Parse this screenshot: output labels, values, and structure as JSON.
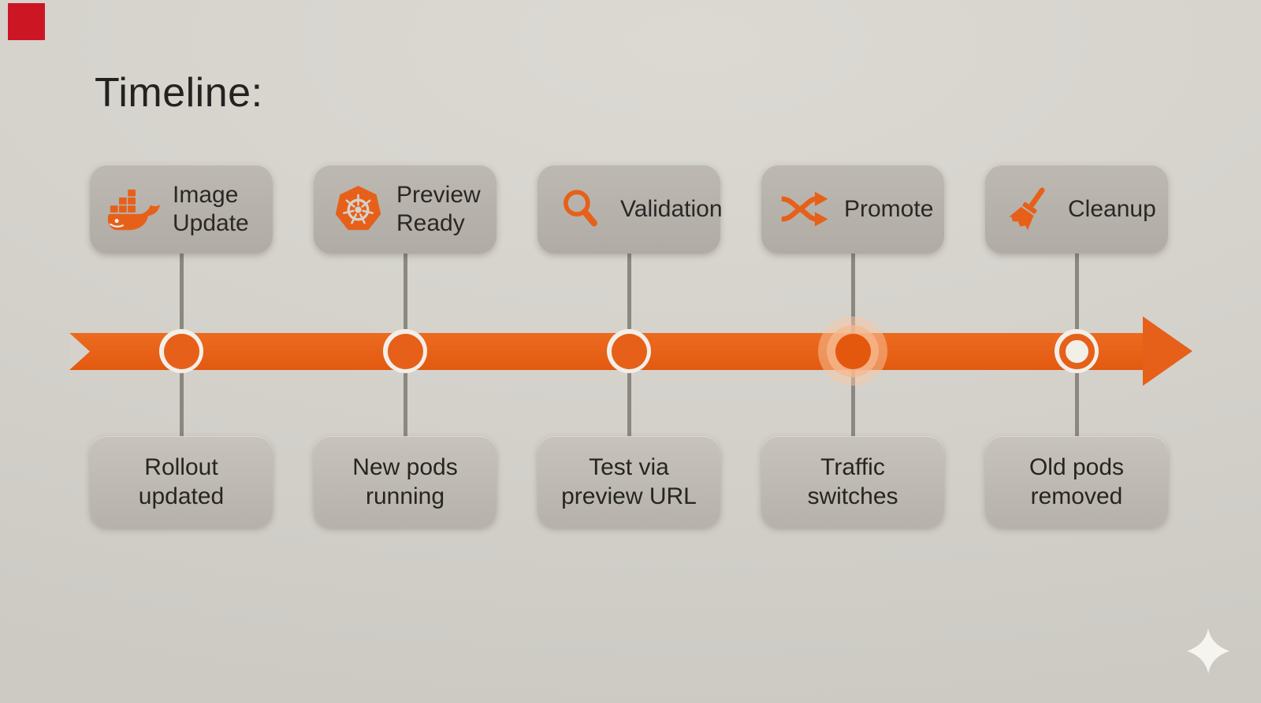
{
  "title": "Timeline:",
  "colors": {
    "accent": "#e6601a",
    "background": "#d5d2cc",
    "stage_card": "#b8b4ad",
    "result_card": "#c1bdb6",
    "text": "#2a2826",
    "connector_line": "#8b8781",
    "node_ring_white": "#f2efe9",
    "corner_marker": "#cd1624",
    "sparkle": "#f6f4ee"
  },
  "milestones": [
    {
      "stage": "Image\nUpdate",
      "result": "Rollout\nupdated",
      "icon": "docker-whale",
      "node_style": "ring"
    },
    {
      "stage": "Preview\nReady",
      "result": "New pods\nrunning",
      "icon": "kubernetes-helm",
      "node_style": "ring"
    },
    {
      "stage": "Validation",
      "result": "Test via\npreview URL",
      "icon": "magnifier",
      "node_style": "ring"
    },
    {
      "stage": "Promote",
      "result": "Traffic\nswitches",
      "icon": "shuffle-arrows",
      "node_style": "glow"
    },
    {
      "stage": "Cleanup",
      "result": "Old pods\nremoved",
      "icon": "broom",
      "node_style": "donut"
    }
  ]
}
